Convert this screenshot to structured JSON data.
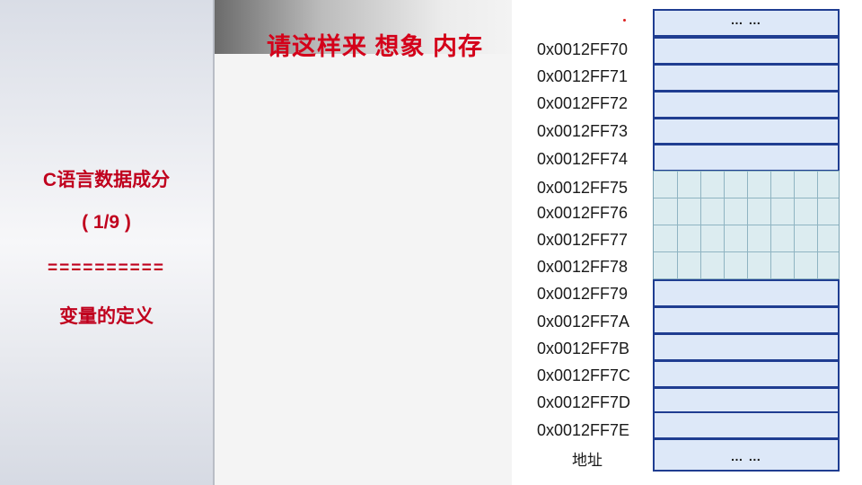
{
  "sidebar": {
    "heading": "C语言数据成分",
    "progress": "( 1/9 )",
    "separator": "==========",
    "topic": "变量的定义"
  },
  "slide": {
    "title": "请这样来 想象 内存",
    "addresses": [
      "0x0012FF70",
      "0x0012FF71",
      "0x0012FF72",
      "0x0012FF73",
      "0x0012FF74",
      "0x0012FF75",
      "0x0012FF76",
      "0x0012FF77",
      "0x0012FF78",
      "0x0012FF79",
      "0x0012FF7A",
      "0x0012FF7B",
      "0x0012FF7C",
      "0x0012FF7D",
      "0x0012FF7E"
    ],
    "top_ellipsis": "… …",
    "bottom_ellipsis": "… …",
    "address_label": "地址"
  },
  "colors": {
    "accent_red": "#c0001d",
    "cell_fill": "#dde8f8",
    "cell_border": "#1f3d91",
    "highlight_fill": "#dcecf0"
  }
}
